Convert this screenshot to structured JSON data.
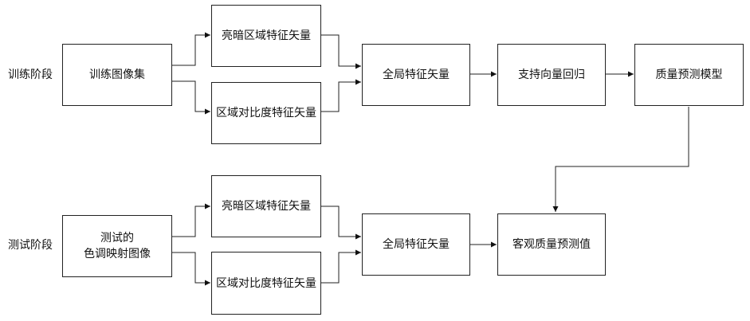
{
  "stages": {
    "train_label": "训练阶段",
    "test_label": "测试阶段"
  },
  "train": {
    "image_set": "训练图像集",
    "brightness_features": "亮暗区域特征矢量",
    "contrast_features": "区域对比度特征矢量",
    "global_features": "全局特征矢量",
    "svr": "支持向量回归",
    "quality_model": "质量预测模型"
  },
  "test": {
    "image_line1": "测试的",
    "image_line2": "色调映射图像",
    "brightness_features": "亮暗区域特征矢量",
    "contrast_features": "区域对比度特征矢量",
    "global_features": "全局特征矢量",
    "predicted_value": "客观质量预测值"
  }
}
